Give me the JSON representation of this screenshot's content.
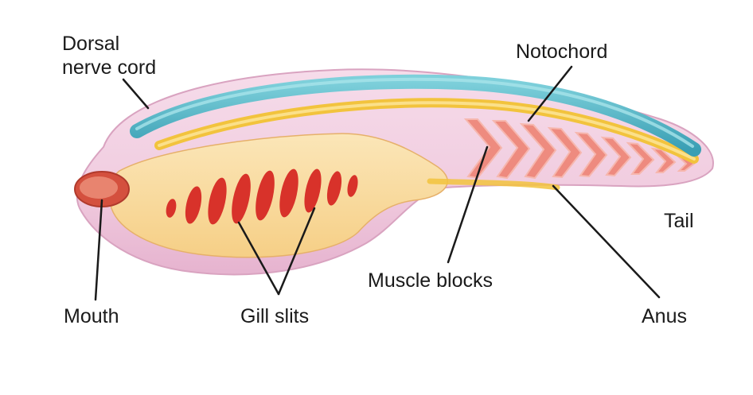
{
  "labels": {
    "dorsal_nerve_cord_line1": "Dorsal",
    "dorsal_nerve_cord_line2": "nerve cord",
    "notochord": "Notochord",
    "tail": "Tail",
    "mouth": "Mouth",
    "gill_slits": "Gill slits",
    "muscle_blocks": "Muscle blocks",
    "anus": "Anus"
  },
  "colors": {
    "body": "#f1cde0",
    "body_edge": "#d9a3c0",
    "nerve_cord": "#4db3c4",
    "notochord": "#f2c33d",
    "pharynx": "#f8d79a",
    "gill_slit": "#d8322a",
    "muscle": "#ee7f6e",
    "mouth": "#d4503e",
    "leader_line": "#1a1a1a"
  }
}
